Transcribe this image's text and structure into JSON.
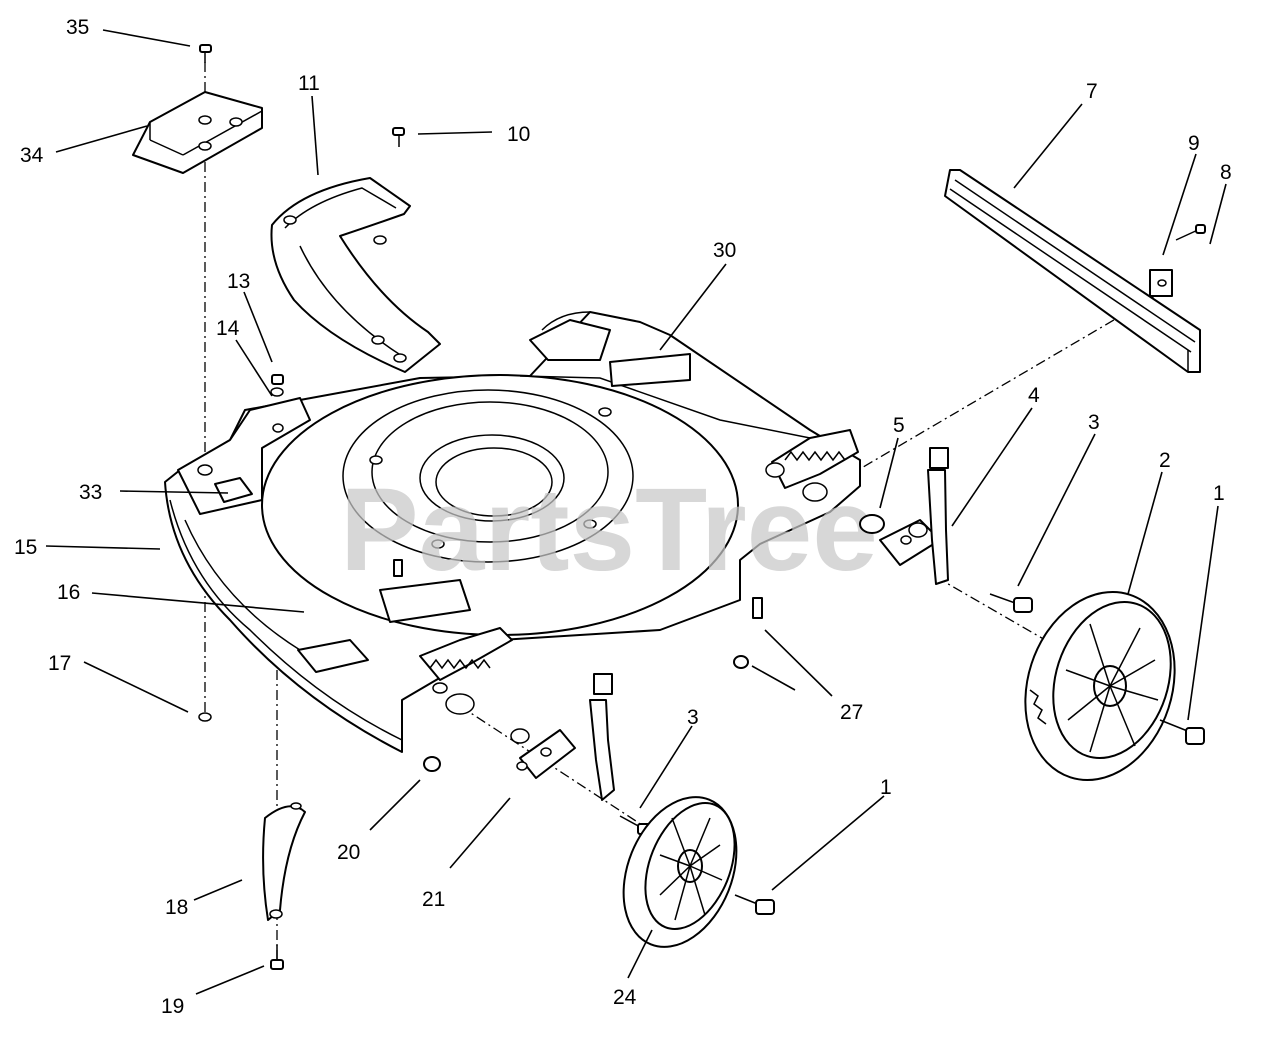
{
  "watermark": "PartsTree",
  "callouts": [
    {
      "id": "c35",
      "label": "35"
    },
    {
      "id": "c34",
      "label": "34"
    },
    {
      "id": "c11",
      "label": "11"
    },
    {
      "id": "c10",
      "label": "10"
    },
    {
      "id": "c7",
      "label": "7"
    },
    {
      "id": "c9",
      "label": "9"
    },
    {
      "id": "c8",
      "label": "8"
    },
    {
      "id": "c30",
      "label": "30"
    },
    {
      "id": "c13",
      "label": "13"
    },
    {
      "id": "c14",
      "label": "14"
    },
    {
      "id": "c4",
      "label": "4"
    },
    {
      "id": "c3a",
      "label": "3"
    },
    {
      "id": "c2",
      "label": "2"
    },
    {
      "id": "c1a",
      "label": "1"
    },
    {
      "id": "c5",
      "label": "5"
    },
    {
      "id": "c33",
      "label": "33"
    },
    {
      "id": "c15",
      "label": "15"
    },
    {
      "id": "c16",
      "label": "16"
    },
    {
      "id": "c17",
      "label": "17"
    },
    {
      "id": "c27",
      "label": "27"
    },
    {
      "id": "c3b",
      "label": "3"
    },
    {
      "id": "c1b",
      "label": "1"
    },
    {
      "id": "c20",
      "label": "20"
    },
    {
      "id": "c21",
      "label": "21"
    },
    {
      "id": "c18",
      "label": "18"
    },
    {
      "id": "c24",
      "label": "24"
    },
    {
      "id": "c19",
      "label": "19"
    }
  ]
}
